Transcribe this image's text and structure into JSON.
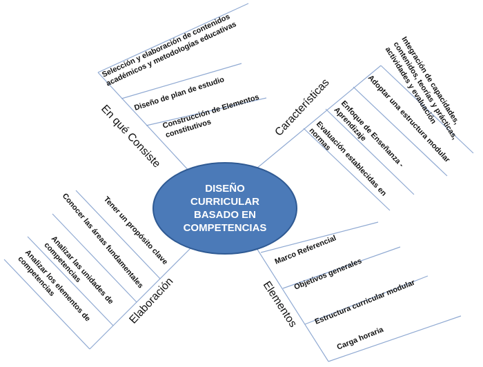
{
  "center": {
    "lines": [
      "DISEÑO",
      "CURRICULAR",
      "BASADO EN",
      "COMPETENCIAS"
    ],
    "fill": "#4b7ab8",
    "stroke": "#2f5a93"
  },
  "branches": {
    "en_que_consiste": {
      "title": "En qué Consiste",
      "items": [
        [
          "Selección y elaboración de contenidos",
          "académicos y metodologías educativas"
        ],
        [
          "Diseño de plan de estudio"
        ],
        [
          "Construcción de Elementos",
          "constitutivos"
        ]
      ]
    },
    "caracteristicas": {
      "title": "Características",
      "items": [
        [
          "Integración de capacidades,",
          "contenidos, teorías y prácticas,",
          "actividades y evaluación"
        ],
        [
          "Adoptar una estructura modular"
        ],
        [
          "Enfoque de Enseñanza -",
          "Aprendizaje"
        ],
        [
          "Evaluación establecidas en",
          "normas"
        ]
      ]
    },
    "elaboracion": {
      "title": "Elaboración",
      "items": [
        [
          "Tener un propósito clave"
        ],
        [
          "Conocer las áreas fundamentales"
        ],
        [
          "Analizar las unidades de",
          "competencias"
        ],
        [
          "Analizar los elementos de",
          "competencias"
        ]
      ]
    },
    "elementos": {
      "title": "Elementos",
      "items": [
        [
          "Marco Referencial"
        ],
        [
          "Objetivos generales"
        ],
        [
          "Estructura curricular modular"
        ],
        [
          "Carga horaria"
        ]
      ]
    }
  },
  "colors": {
    "line": "#8fa9d2"
  }
}
